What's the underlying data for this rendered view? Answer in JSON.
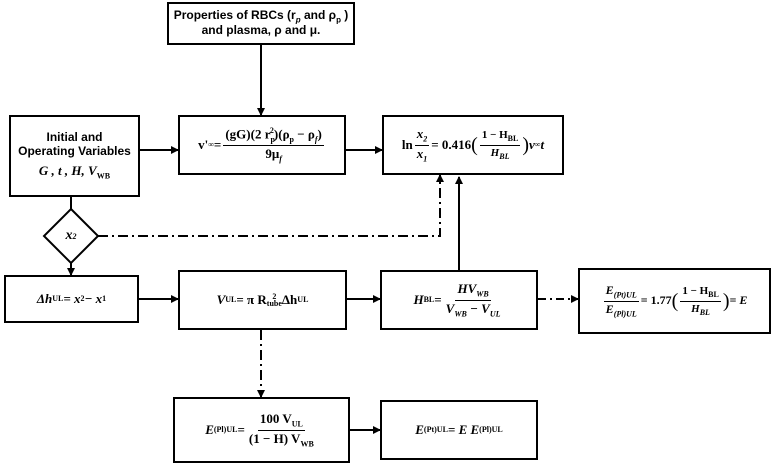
{
  "boxes": {
    "properties": {
      "line1": "Properties of RBCs (r",
      "sub_p": "p",
      "mid": " and  ρ",
      "sub_p2": "p",
      "end": " )",
      "line2": "and plasma, ρ and μ."
    },
    "initial": {
      "line1": "Initial and",
      "line2": "Operating Variables",
      "vars": "G , t , H, V",
      "vars_sub": "WB"
    },
    "velocity": {
      "lhs": "v'",
      "lhs_sub": "∞",
      "eq": " = ",
      "num": "(gG)(2 r",
      "num_sub": "p",
      "num_sup": "2",
      "num_end": ")(ρ",
      "num_sub2": "p",
      "num_mid": " − ρ",
      "num_sub3": "f",
      "num_close": ")",
      "den": "9μ",
      "den_sub": "f"
    },
    "log_eq": {
      "ln": "ln",
      "num": "x",
      "num_sub": "2",
      "den": "x",
      "den_sub": "1",
      "eq": " = 0.416",
      "inner_num": "1 − H",
      "inner_num_sub": "BL",
      "inner_den": "H",
      "inner_den_sub": "BL",
      "tail": "v",
      "tail_sub": "∞",
      "tail_t": " t"
    },
    "delta_h": {
      "lhs": "Δh",
      "lhs_sub": "UL",
      "rhs": " = x",
      "rhs_sub1": "2",
      "rhs_mid": " − x",
      "rhs_sub2": "1"
    },
    "volume": {
      "lhs": "V",
      "lhs_sub": "UL",
      "eq": " = π R",
      "sub": "tube",
      "sup": "2",
      "end": " Δh",
      "end_sub": "UL"
    },
    "hematocrit": {
      "lhs": "H",
      "lhs_sub": "BL",
      "eq": " = ",
      "num": "HV",
      "num_sub": "WB",
      "den1": "V",
      "den1_sub": "WB",
      "den_mid": " − V",
      "den2_sub": "UL"
    },
    "efficiency_ratio": {
      "num": "E",
      "num_sub": "(Pt)UL",
      "den": "E",
      "den_sub": "(Pl)UL",
      "eq": " = 1.77",
      "inner_num": "1 − H",
      "inner_num_sub": "BL",
      "inner_den": "H",
      "inner_den_sub": "BL",
      "end": " = E"
    },
    "e_pl": {
      "lhs": "E",
      "lhs_sub": "(Pl)UL",
      "eq": " = ",
      "num": "100 V",
      "num_sub": "UL",
      "den": "(1 − H) V",
      "den_sub": "WB"
    },
    "e_pt": {
      "lhs": "E",
      "lhs_sub": "(Pt)UL",
      "eq": " = E E",
      "eq_sub": "(Pl)UL"
    }
  },
  "decision": {
    "label": "x",
    "sub": "2"
  },
  "colors": {
    "line": "#000000",
    "box_fill": "#ffffff"
  }
}
